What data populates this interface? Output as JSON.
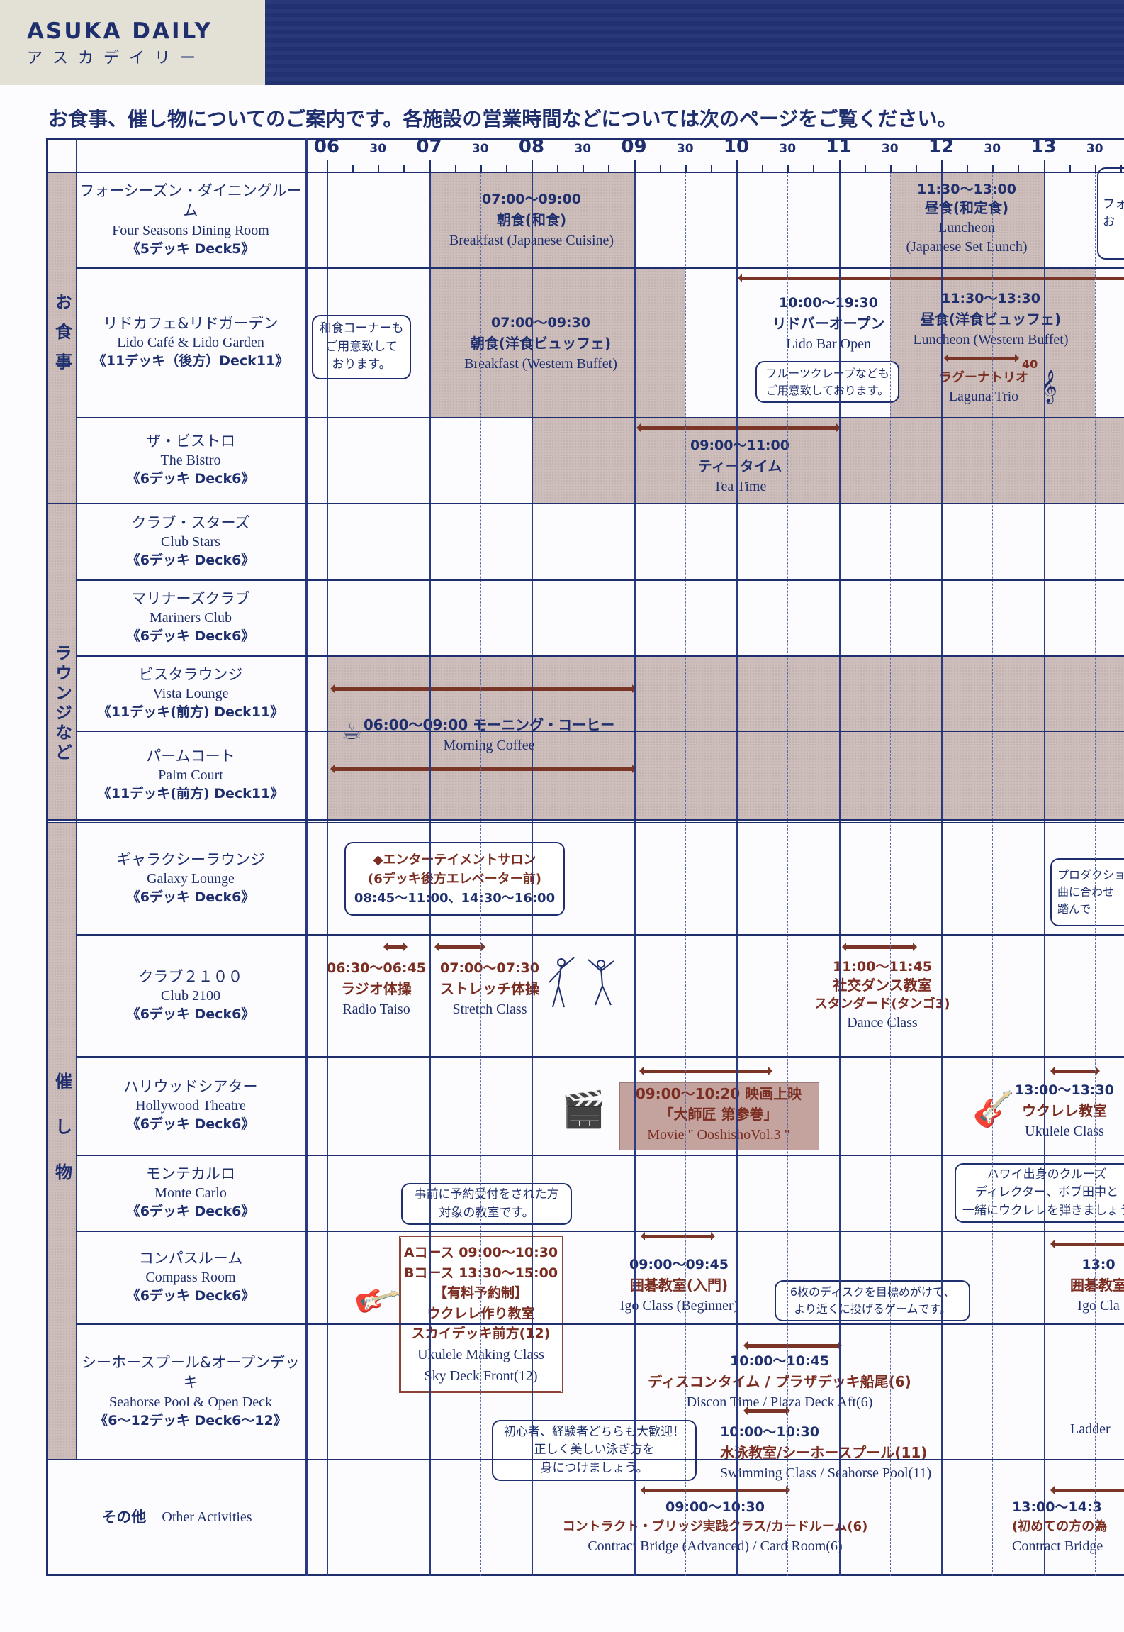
{
  "header": {
    "brand": "ASUKA DAILY",
    "brand_ja": "アスカデイリー"
  },
  "intro": "お食事、催し物についてのご案内です。各施設の営業時間などについては次のページをご覧ください。",
  "time_axis": {
    "hours": [
      "06",
      "07",
      "08",
      "09",
      "10",
      "11",
      "12",
      "13"
    ],
    "half": "30"
  },
  "categories": {
    "dining": "お食事",
    "lounge": "ラウンジなど",
    "events": "催し物"
  },
  "rows": [
    {
      "ja": "フォーシーズン・ダイニングルーム",
      "en": "Four Seasons Dining Room",
      "deck": "《5デッキ Deck5》"
    },
    {
      "ja": "リドカフェ&リドガーデン",
      "en": "Lido Café & Lido Garden",
      "deck": "《11デッキ（後方）Deck11》"
    },
    {
      "ja": "ザ・ビストロ",
      "en": "The Bistro",
      "deck": "《6デッキ Deck6》"
    },
    {
      "ja": "クラブ・スターズ",
      "en": "Club Stars",
      "deck": "《6デッキ Deck6》"
    },
    {
      "ja": "マリナーズクラブ",
      "en": "Mariners Club",
      "deck": "《6デッキ Deck6》"
    },
    {
      "ja": "ビスタラウンジ",
      "en": "Vista Lounge",
      "deck": "《11デッキ(前方) Deck11》"
    },
    {
      "ja": "パームコート",
      "en": "Palm Court",
      "deck": "《11デッキ(前方) Deck11》"
    },
    {
      "ja": "ギャラクシーラウンジ",
      "en": "Galaxy Lounge",
      "deck": "《6デッキ Deck6》"
    },
    {
      "ja": "クラブ２１００",
      "en": "Club 2100",
      "deck": "《6デッキ Deck6》"
    },
    {
      "ja": "ハリウッドシアター",
      "en": "Hollywood Theatre",
      "deck": "《6デッキ Deck6》"
    },
    {
      "ja": "モンテカルロ",
      "en": "Monte Carlo",
      "deck": "《6デッキ Deck6》"
    },
    {
      "ja": "コンパスルーム",
      "en": "Compass Room",
      "deck": "《6デッキ Deck6》"
    },
    {
      "ja": "シーホースプール&オープンデッキ",
      "en": "Seahorse Pool & Open Deck",
      "deck": "《6〜12デッキ Deck6〜12》"
    },
    {
      "ja": "その他",
      "en": "Other Activities"
    }
  ],
  "events": {
    "fs_breakfast": {
      "time": "07:00〜09:00",
      "ja": "朝食(和食)",
      "en": "Breakfast (Japanese Cuisine)"
    },
    "fs_lunch": {
      "time": "11:30〜13:00",
      "ja": "昼食(和定食)",
      "en": "Luncheon",
      "en2": "(Japanese Set Lunch)"
    },
    "fs_cut": {
      "a": "フォ",
      "b": "お"
    },
    "lido_note": [
      "和食コーナーも",
      "ご用意致して",
      "おります。"
    ],
    "lido_breakfast": {
      "time": "07:00〜09:30",
      "ja": "朝食(洋食ビュッフェ)",
      "en": "Breakfast (Western Buffet)"
    },
    "lido_bar": {
      "time": "10:00〜19:30",
      "ja": "リドバーオープン",
      "en": "Lido Bar Open"
    },
    "lido_lunch": {
      "time": "11:30〜13:30",
      "ja": "昼食(洋食ビュッフェ)",
      "en": "Luncheon (Western Buffet)"
    },
    "lido_crepe_note": [
      "フルーツクレープなども",
      "ご用意致しております。"
    ],
    "laguna": {
      "min": "40",
      "ja": "ラグーナトリオ",
      "en": "Laguna Trio"
    },
    "bistro": {
      "time": "09:00〜11:00",
      "ja": "ティータイム",
      "en": "Tea Time"
    },
    "coffee": {
      "ja": "06:00〜09:00 モーニング・コーヒー",
      "en": "Morning  Coffee"
    },
    "galaxy_note": [
      "◆エンターテイメントサロン",
      "(6デッキ後方エレベーター前)",
      "08:45〜11:00、14:30〜16:00"
    ],
    "galaxy_cut": [
      "プロダクショ",
      "曲に合わせ",
      "踏んで"
    ],
    "radio": {
      "time": "06:30〜06:45",
      "ja": "ラジオ体操",
      "en": "Radio Taiso"
    },
    "stretch": {
      "time": "07:00〜07:30",
      "ja": "ストレッチ体操",
      "en": "Stretch Class"
    },
    "dance": {
      "time": "11:00〜11:45",
      "ja": "社交ダンス教室",
      "ja2": "スタンダード(タンゴ3)",
      "en": "Dance Class"
    },
    "movie": {
      "time": "09:00〜10:20 映画上映",
      "ja": "「大師匠 第参巻」",
      "en": "Movie \" OoshishoVol.3 \""
    },
    "ukulele": {
      "time": "13:00〜13:30",
      "ja": "ウクレレ教室",
      "en": "Ukulele Class"
    },
    "ukulele_note": [
      "ハワイ出身のクルーズ",
      "ディレクター、ボブ田中と",
      "一緒にウクレレを弾きましょう"
    ],
    "reserve_note": [
      "事前に予約受付をされた方",
      "対象の教室です。"
    ],
    "ukulele_making": [
      "Aコース 09:00〜10:30",
      "Bコース 13:30〜15:00",
      "【有料予約制】",
      "ウクレレ作り教室",
      "スカイデッキ前方(12)",
      "Ukulele Making Class",
      "Sky Deck Front(12)"
    ],
    "igo": {
      "time": "09:00〜09:45",
      "ja": "囲碁教室(入門)",
      "en": "Igo Class (Beginner)"
    },
    "igo_cut": {
      "time": "13:0",
      "ja": "囲碁教室",
      "en": "Igo Cla"
    },
    "disc_note": [
      "6枚のディスクを目標めがけて、",
      "より近くに投げるゲームです。"
    ],
    "discon": {
      "time": "10:00〜10:45",
      "ja": "ディスコンタイム / プラザデッキ船尾(6)",
      "en": "Discon Time / Plaza Deck Aft(6)"
    },
    "ladder_cut": "Ladder",
    "swim_note": [
      "初心者、経験者どちらも大歓迎！",
      "正しく美しい泳ぎ方を",
      "身につけましょう。"
    ],
    "swim": {
      "time": "10:00〜10:30",
      "ja": "水泳教室/シーホースプール(11)",
      "en": "Swimming Class  /  Seahorse Pool(11)"
    },
    "bridge": {
      "time": "09:00〜10:30",
      "ja": "コントラクト・ブリッジ実践クラス/カードルーム(6)",
      "en": "Contract Bridge (Advanced) / Card Room(6)"
    },
    "bridge_cut": {
      "time": "13:00〜14:3",
      "ja": "(初めての方の為",
      "en": "Contract Bridge"
    }
  }
}
